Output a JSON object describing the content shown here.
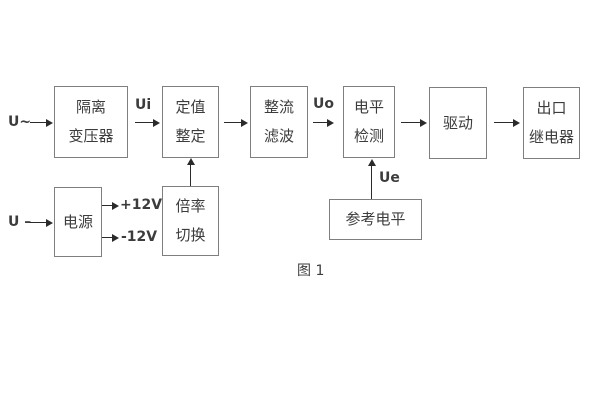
{
  "figure": {
    "caption": "图 1",
    "colors": {
      "background": "#ffffff",
      "border": "#7f7f7f",
      "text": "#3c3c3c",
      "arrow": "#2a2a2a"
    },
    "inputs": {
      "ac_label": "U~",
      "dc_label": "U –"
    },
    "signal_labels": {
      "ui": "Ui",
      "uo": "Uo",
      "ue": "Ue",
      "plus12": "+12V",
      "minus12": "-12V"
    },
    "blocks": {
      "isolation_transformer": {
        "line1": "隔离",
        "line2": "变压器"
      },
      "value_setting": {
        "line1": "定值",
        "line2": "整定"
      },
      "rectify_filter": {
        "line1": "整流",
        "line2": "滤波"
      },
      "level_detect": {
        "line1": "电平",
        "line2": "检测"
      },
      "drive": {
        "line1": "驱动"
      },
      "output_relay": {
        "line1": "出口",
        "line2": "继电器"
      },
      "power_supply": {
        "line1": "电源"
      },
      "ratio_switch": {
        "line1": "倍率",
        "line2": "切换"
      },
      "reference_level": {
        "line1": "参考电平"
      }
    }
  }
}
